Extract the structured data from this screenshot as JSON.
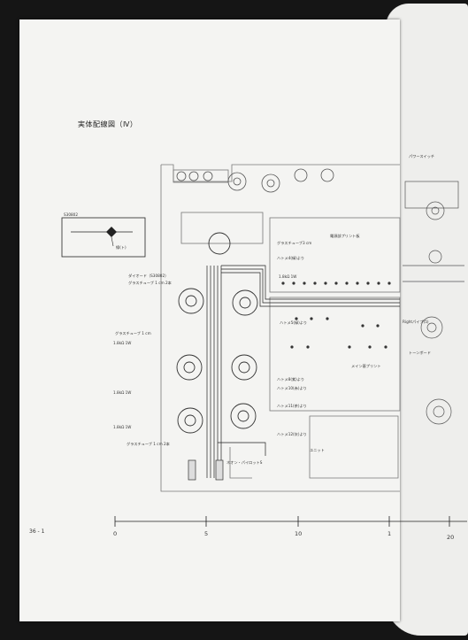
{
  "page_title": "実体配線図（Ⅳ）",
  "page_number": "36 - 1",
  "legend_box": {
    "part": "S30802",
    "caption": "線(ト)"
  },
  "scale_ticks": [
    "0",
    "5",
    "10",
    "1",
    "20"
  ],
  "labels": {
    "glass_tube_top": "グラスチューブ3 cm",
    "glass_tube_pair": "グラスチューブ 1 cm 2本",
    "s30802": "S30802",
    "printed_board": "電源部プリント板",
    "main_board": "メイン基プリント",
    "rectifier": "ダイオード（S30802）",
    "bind_1cm": "グラスチューブ 1 cm",
    "nickel_1": "ハトメ4(緑)より",
    "nickel_2": "ハトメ5(緑)より",
    "nickel_3": "ハトメ8(紫)より",
    "nickel_4": "ハトメ10(赤)より",
    "nickel_5": "ハトメ11(茶)より",
    "nickel_6": "ハトメ12(灰)より",
    "resistor_1": "1.8kΩ 1W",
    "resistor_2": "1.8kΩ 1W",
    "resistor_3": "1.8kΩ 1W",
    "resistor_4": "1.8kΩ 1W",
    "bottom_glass": "グラスチューブ 1 cm 2本",
    "pilot": "ネオン・パイロットS",
    "right_pilot": "Rightパイプ(5)",
    "tone_board": "トーンボード",
    "unit": "ユニット",
    "switch": "パワースイッチ"
  }
}
